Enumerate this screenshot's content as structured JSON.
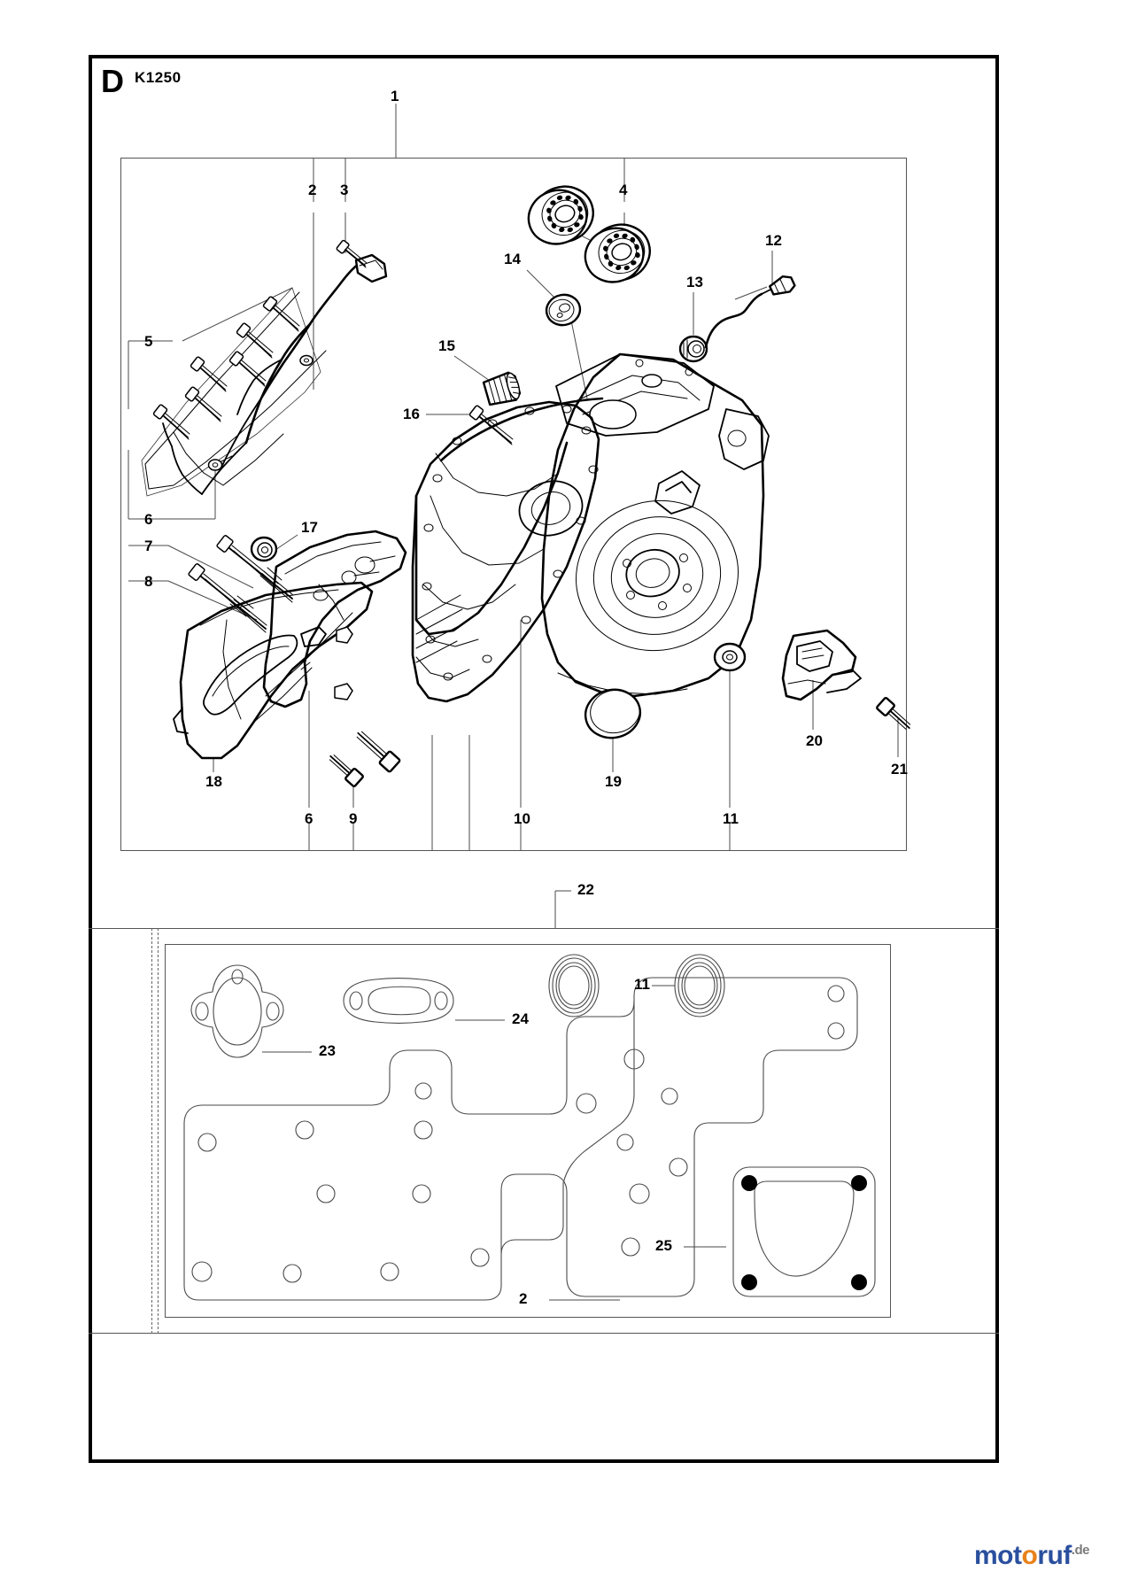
{
  "plate": {
    "letter": "D",
    "model": "K1250"
  },
  "callouts": {
    "upper": [
      {
        "id": "1",
        "label": "1"
      },
      {
        "id": "2",
        "label": "2"
      },
      {
        "id": "3",
        "label": "3"
      },
      {
        "id": "4",
        "label": "4"
      },
      {
        "id": "5",
        "label": "5"
      },
      {
        "id": "6a",
        "label": "6"
      },
      {
        "id": "7",
        "label": "7"
      },
      {
        "id": "8",
        "label": "8"
      },
      {
        "id": "9",
        "label": "9"
      },
      {
        "id": "10",
        "label": "10"
      },
      {
        "id": "11",
        "label": "11"
      },
      {
        "id": "12",
        "label": "12"
      },
      {
        "id": "13",
        "label": "13"
      },
      {
        "id": "14",
        "label": "14"
      },
      {
        "id": "15",
        "label": "15"
      },
      {
        "id": "16",
        "label": "16"
      },
      {
        "id": "17",
        "label": "17"
      },
      {
        "id": "18",
        "label": "18"
      },
      {
        "id": "19",
        "label": "19"
      },
      {
        "id": "20",
        "label": "20"
      },
      {
        "id": "21",
        "label": "21"
      },
      {
        "id": "6b",
        "label": "6"
      }
    ],
    "lower": [
      {
        "id": "22",
        "label": "22"
      },
      {
        "id": "23",
        "label": "23"
      },
      {
        "id": "24",
        "label": "24"
      },
      {
        "id": "25",
        "label": "25"
      },
      {
        "id": "11b",
        "label": "11"
      },
      {
        "id": "2b",
        "label": "2"
      }
    ]
  },
  "watermark": {
    "brand_m": "mot",
    "brand_o": "o",
    "brand_rest": "ruf",
    "suffix": ".de"
  },
  "colors": {
    "ink": "#000000",
    "leader": "#4a4a4a",
    "thin": "#555555",
    "logo_blue": "#2a4f9e",
    "logo_orange": "#e8821a"
  }
}
